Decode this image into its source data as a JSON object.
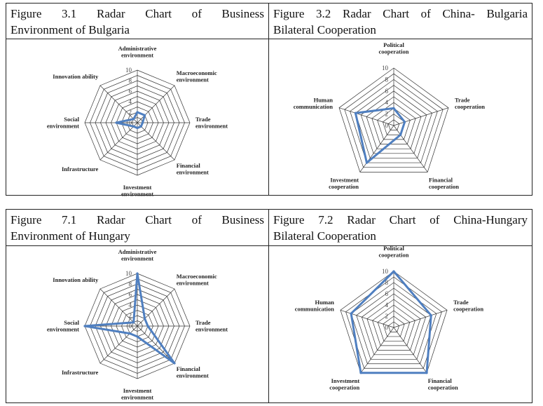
{
  "blocks": [
    {
      "left_caption": {
        "line1": "Figure 3.1 Radar Chart of Business",
        "line2": "Environment of Bulgaria"
      },
      "right_caption": {
        "line1": "Figure 3.2 Radar Chart of China- Bulgaria",
        "line2": "Bilateral Cooperation"
      }
    },
    {
      "left_caption": {
        "line1": "Figure 7.1 Radar Chart of Business",
        "line2": "Environment of Hungary"
      },
      "right_caption": {
        "line1": "Figure 7.2 Radar Chart of China-Hungary",
        "line2": "Bilateral Cooperation"
      }
    }
  ],
  "chart_data": [
    {
      "type": "radar",
      "title": "Figure 3.1 Radar Chart of Business Environment of Bulgaria",
      "categories": [
        "Administrative environment",
        "Macroeconomic environment",
        "Trade environment",
        "Financial environment",
        "Investment environment",
        "Infrastructure",
        "Social environment",
        "Innovation ability"
      ],
      "values": [
        2,
        2,
        1,
        1,
        1,
        1,
        4,
        1
      ],
      "rlim": [
        0,
        10
      ],
      "ticks": [
        "0",
        "2",
        "4",
        "6",
        "8",
        "10"
      ]
    },
    {
      "type": "radar",
      "title": "Figure 3.2 Radar Chart of China- Bulgaria Bilateral Cooperation",
      "categories": [
        "Political cooperation",
        "Trade cooperation",
        "Financial cooperation",
        "Investment cooperation",
        "Human communication"
      ],
      "values": [
        3,
        2,
        2,
        8,
        7
      ],
      "rlim": [
        0,
        10
      ],
      "ticks": [
        "0",
        "2",
        "4",
        "6",
        "8",
        "10"
      ]
    },
    {
      "type": "radar",
      "title": "Figure 7.1 Radar Chart of Business Environment of Hungary",
      "categories": [
        "Administrative environment",
        "Macroeconomic environment",
        "Trade environment",
        "Financial environment",
        "Investment environment",
        "Infrastructure",
        "Social environment",
        "Innovation ability"
      ],
      "values": [
        10,
        2,
        2,
        10,
        2,
        2,
        10,
        1
      ],
      "rlim": [
        0,
        10
      ],
      "ticks": [
        "0",
        "2",
        "4",
        "6",
        "8",
        "10"
      ]
    },
    {
      "type": "radar",
      "title": "Figure 7.2 Radar Chart of China-Hungary Bilateral Cooperation",
      "categories": [
        "Political cooperation",
        "Trade cooperation",
        "Financial cooperation",
        "Investment cooperation",
        "Human communication"
      ],
      "values": [
        10,
        7,
        10,
        10,
        8
      ],
      "rlim": [
        0,
        10
      ],
      "ticks": [
        "0",
        "2",
        "4",
        "6",
        "8",
        "10"
      ]
    }
  ],
  "colors": {
    "series": "#4f7fc0",
    "grid": "#333333",
    "border": "#222222"
  }
}
